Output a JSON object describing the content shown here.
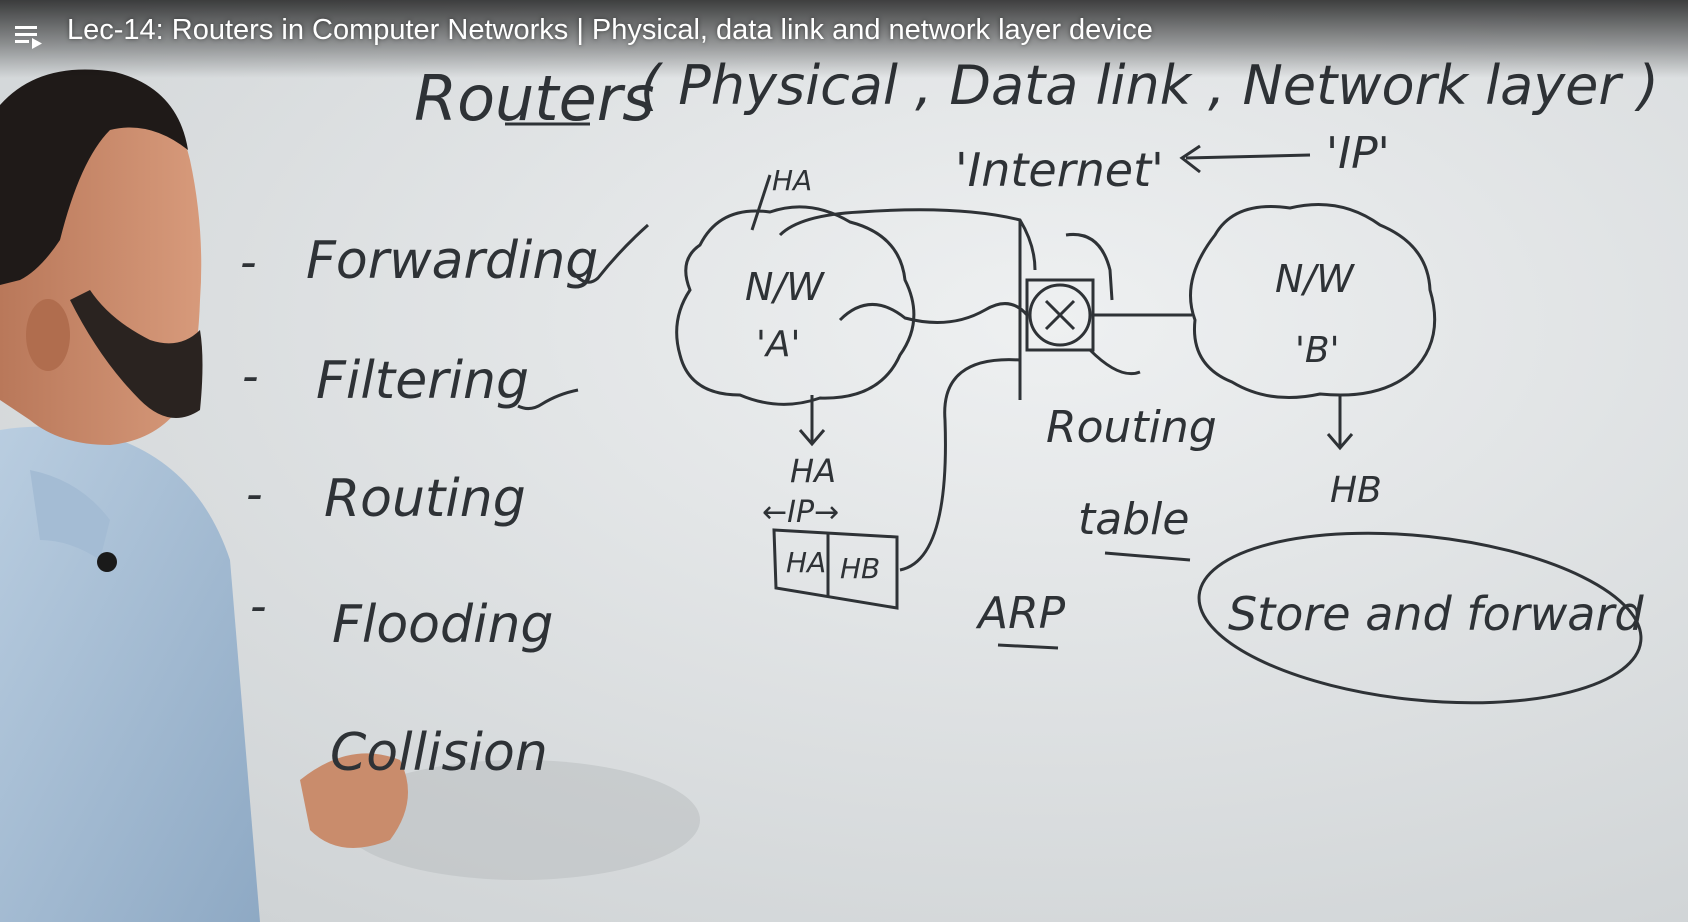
{
  "player": {
    "title": "Lec-14: Routers in Computer Networks | Physical, data link and network layer device",
    "playlist_icon": "playlist-icon"
  },
  "whiteboard": {
    "heading_main": "Routers",
    "heading_paren": "( Physical , Data link , Network layer )",
    "list": [
      "Forwarding",
      "Filtering",
      "Routing",
      "Flooding",
      "Collision"
    ],
    "internet_label": "'Internet'",
    "ip_label": "'IP'",
    "ha_top": "HA",
    "nw_a": "N/W",
    "nw_a_name": "'A'",
    "nw_b": "N/W",
    "nw_b_name": "'B'",
    "ha_below": "HA",
    "ip_arrow": "←IP→",
    "packet_cell_1": "HA",
    "packet_cell_2": "HB",
    "routing_word_1": "Routing",
    "routing_word_2": "table",
    "hb_label": "HB",
    "arp_label": "ARP",
    "store_forward": "Store and forward"
  }
}
